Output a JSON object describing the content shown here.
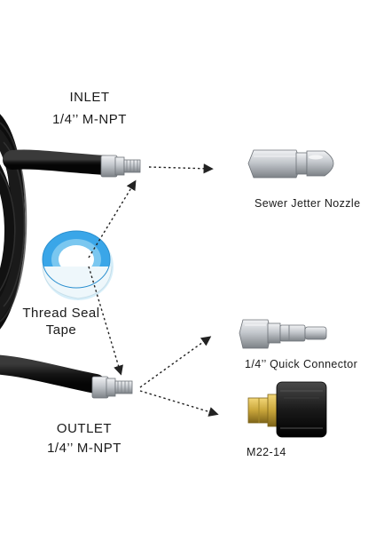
{
  "inlet": {
    "title": "INLET",
    "thread": "1/4’’ M-NPT"
  },
  "outlet": {
    "title": "OUTLET",
    "thread": "1/4’’ M-NPT"
  },
  "tape": {
    "line1": "Thread Seal",
    "line2": "Tape"
  },
  "accessories": {
    "nozzle": "Sewer Jetter Nozzle",
    "quick_connector": "1/4’’ Quick Connector",
    "m22": "M22-14"
  },
  "colors": {
    "hose": "#1c1c1c",
    "steel": "#c9ccd1",
    "brass": "#c8a53a",
    "tape_blue": "#3aa6e8",
    "arrow": "#222222"
  }
}
